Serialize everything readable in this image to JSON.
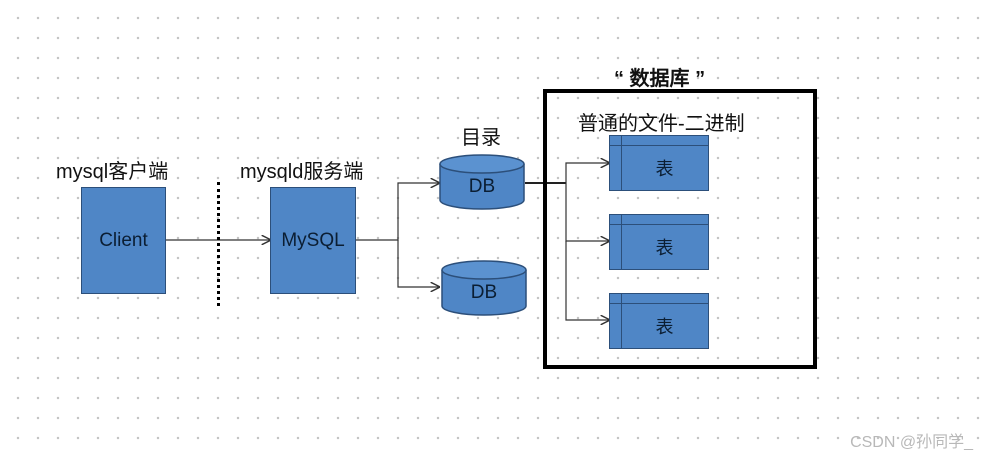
{
  "labels": {
    "client_side": "mysql客户端",
    "server_side": "mysqld服务端",
    "directory": "目录",
    "database": "“ 数据库 ”",
    "files": "普通的文件-二进制"
  },
  "nodes": {
    "client": "Client",
    "server": "MySQL",
    "db1": "DB",
    "db2": "DB",
    "table1": "表",
    "table2": "表",
    "table3": "表"
  },
  "colors": {
    "box_fill": "#4f86c6",
    "box_border": "#2c4f7a",
    "line": "#333333"
  },
  "watermark": "CSDN @孙同学_"
}
